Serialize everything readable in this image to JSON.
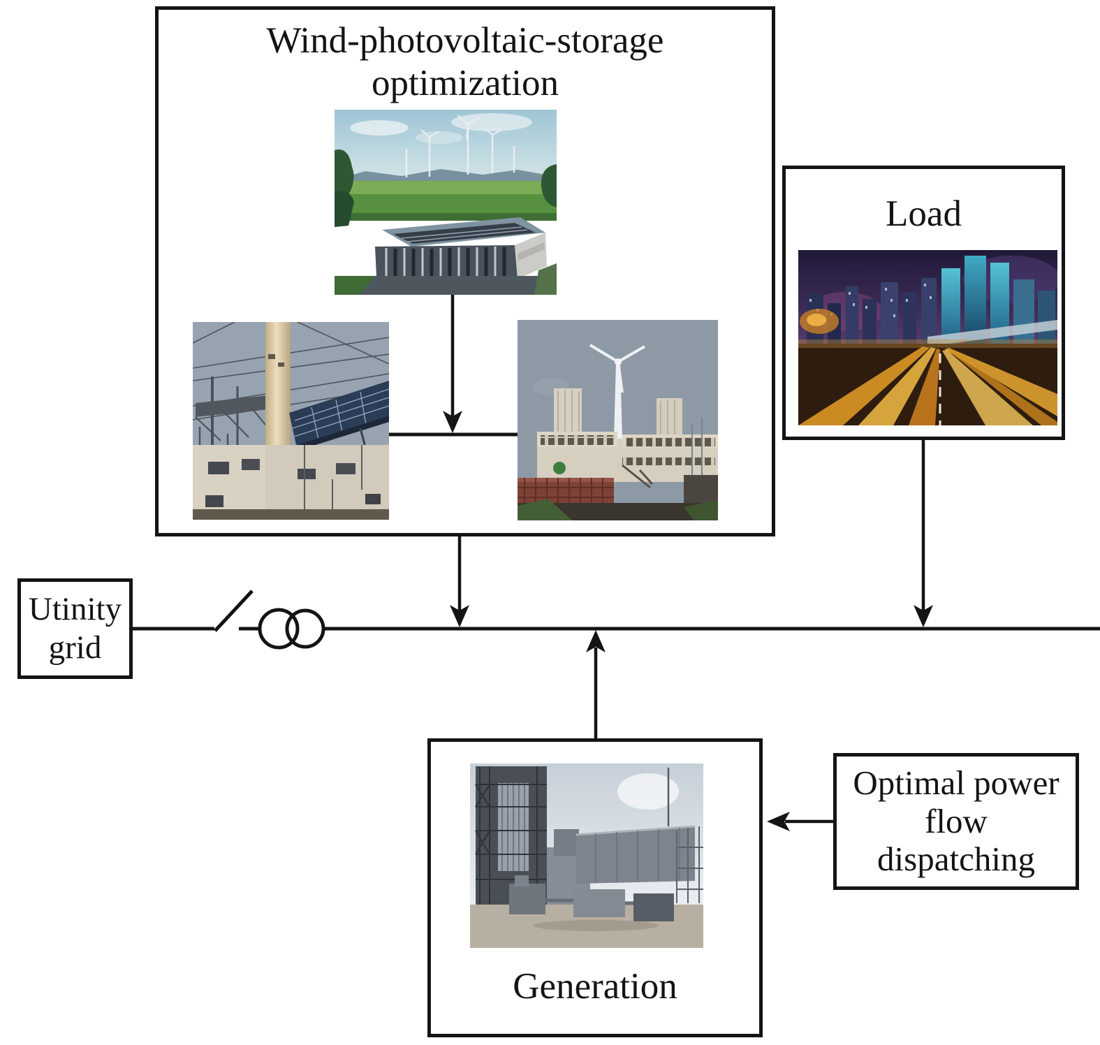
{
  "canvas": {
    "background": "#ffffff",
    "line_color": "#141414"
  },
  "boxes": {
    "wps": {
      "title_line1": "Wind-photovoltaic-storage",
      "title_line2": "optimization"
    },
    "load": {
      "title": "Load"
    },
    "utility": {
      "line1": "Utinity",
      "line2": "grid"
    },
    "generation": {
      "label": "Generation"
    },
    "opf": {
      "line1": "Optimal power",
      "line2": "flow",
      "line3": "dispatching"
    }
  },
  "photos": {
    "wind_storage": "wind-farm-with-battery-storage",
    "solar": "photovoltaic-panels-substation",
    "plant_turbine": "power-plant-with-wind-turbine",
    "city_night": "city-skyline-at-night",
    "generation_plant": "thermal-power-generation-plant"
  },
  "symbols": {
    "switch": "disconnect-switch",
    "transformer": "two-winding-transformer",
    "bus": "grid-bus-line"
  }
}
